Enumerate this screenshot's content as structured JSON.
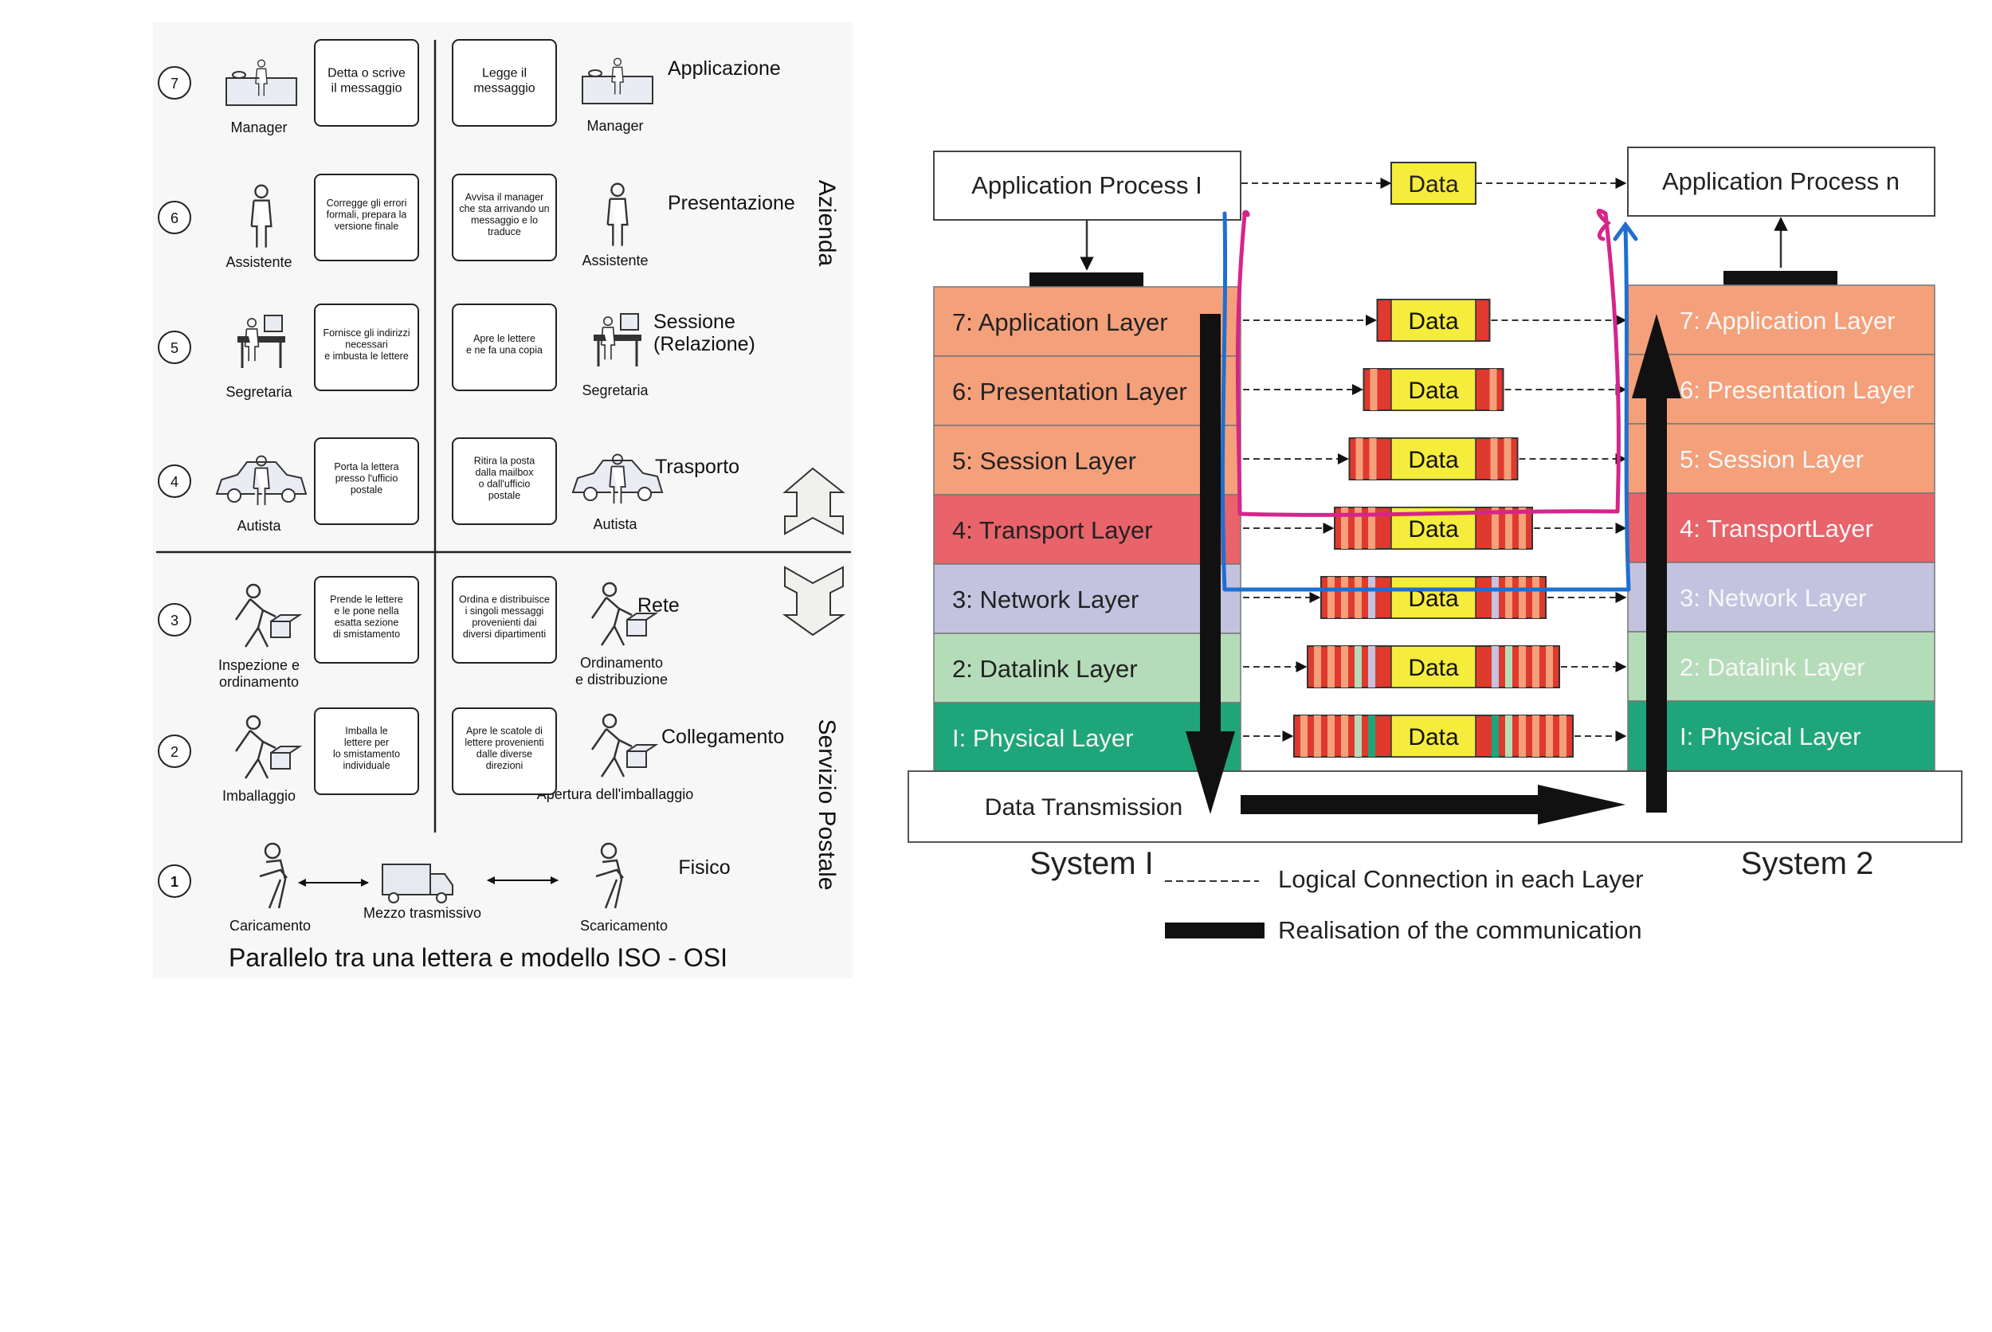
{
  "left": {
    "rows": [
      {
        "num": "7",
        "left_role": "Manager",
        "left_box": [
          "Detta o scrive",
          "il messaggio"
        ],
        "right_box": [
          "Legge il",
          "messaggio"
        ],
        "right_role": "Manager",
        "layer": [
          "Applicazione"
        ]
      },
      {
        "num": "6",
        "left_role": "Assistente",
        "left_box": [
          "Corregge gli errori",
          "formali, prepara la",
          "versione finale"
        ],
        "right_box": [
          "Avvisa il manager",
          "che sta arrivando un",
          "messaggio e lo",
          "traduce"
        ],
        "right_role": "Assistente",
        "layer": [
          "Presentazione"
        ]
      },
      {
        "num": "5",
        "left_role": "Segretaria",
        "left_box": [
          "Fornisce gli indirizzi",
          "necessari",
          "e imbusta le lettere"
        ],
        "right_box": [
          "Apre le lettere",
          "e ne fa una copia"
        ],
        "right_role": "Segretaria",
        "layer": [
          "Sessione",
          "(Relazione)"
        ]
      },
      {
        "num": "4",
        "left_role": "Autista",
        "left_box": [
          "Porta la lettera",
          "presso l'ufficio",
          "postale"
        ],
        "right_box": [
          "Ritira la posta",
          "dalla mailbox",
          "o dall'ufficio",
          "postale"
        ],
        "right_role": "Autista",
        "layer": [
          "Trasporto"
        ]
      },
      {
        "num": "3",
        "left_role": [
          "Inspezione e",
          "ordinamento"
        ],
        "left_box": [
          "Prende le lettere",
          "e le pone nella",
          "esatta sezione",
          "di smistamento"
        ],
        "right_box": [
          "Ordina e distribuisce",
          "i singoli messaggi",
          "provenienti dai",
          "diversi dipartimenti"
        ],
        "right_role": [
          "Ordinamento",
          "e distribuzione"
        ],
        "layer": [
          "Rete"
        ]
      },
      {
        "num": "2",
        "left_role": "Imballaggio",
        "left_box": [
          "Imballa le",
          "lettere per",
          "lo smistamento",
          "individuale"
        ],
        "right_box": [
          "Apre le scatole di",
          "lettere provenienti",
          "dalle diverse",
          "direzioni"
        ],
        "right_role": "Apertura dell'imballaggio",
        "layer": [
          "Collegamento"
        ]
      }
    ],
    "row1": {
      "num": "1",
      "left_role": "Caricamento",
      "middle": "Mezzo trasmissivo",
      "right_role": "Scaricamento",
      "layer": "Fisico"
    },
    "group_top": "Azienda",
    "group_bottom": "Servizio Postale",
    "caption": "Parallelo tra una lettera e modello ISO - OSI"
  },
  "right": {
    "process_left": "Application Process I",
    "process_right": "Application Process n",
    "data_label": "Data",
    "layers_left": [
      "7: Application Layer",
      "6: Presentation Layer",
      "5: Session Layer",
      "4: Transport Layer",
      "3: Network Layer",
      "2: Datalink Layer",
      "I: Physical Layer"
    ],
    "layers_right": [
      "7: Application Layer",
      "6: Presentation Layer",
      "5: Session Layer",
      "4: TransportLayer",
      "3: Network Layer",
      "2: Datalink Layer",
      "I: Physical Layer"
    ],
    "layer_colors": [
      "#f4a07a",
      "#f4a07a",
      "#f4a07a",
      "#e8636a",
      "#c3c3e0",
      "#b5dcb8",
      "#1fa57a"
    ],
    "data_transmission": "Data Transmission",
    "system_left": "System I",
    "system_right": "System 2",
    "legend_dashed": "Logical Connection  in  each Layer",
    "legend_solid": "Realisation  of the  communication",
    "header_color": "#e0392e",
    "data_color": "#f5ec3c",
    "annotation_colors": {
      "blue": "#1f6fd1",
      "magenta": "#d6258a"
    }
  }
}
